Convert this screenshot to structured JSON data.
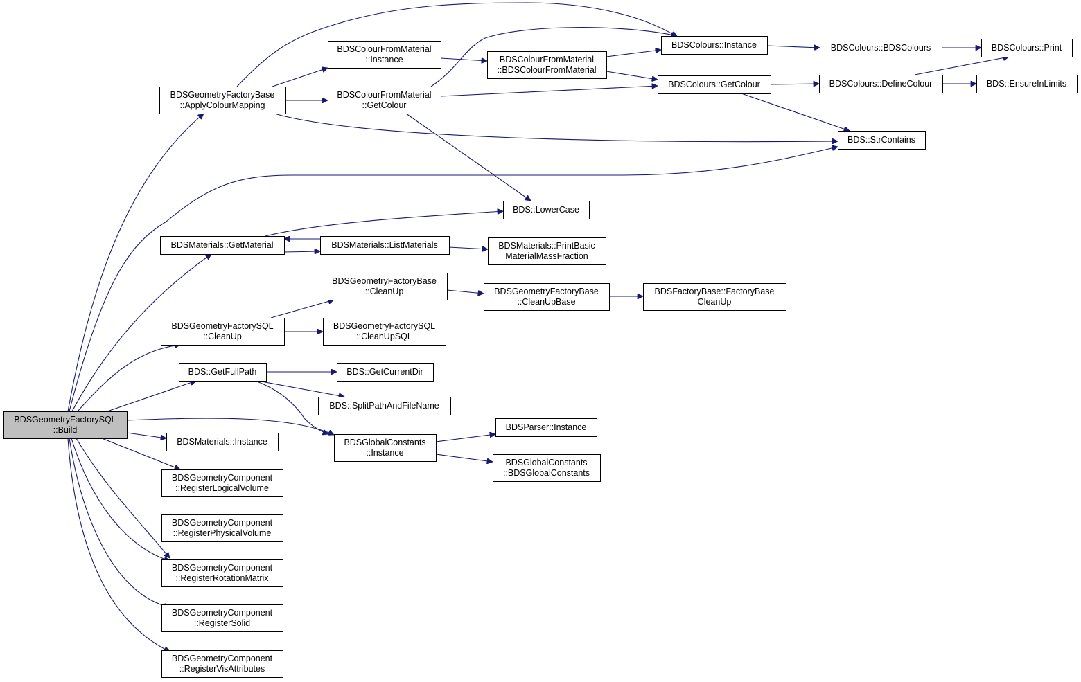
{
  "diagram": {
    "nodes": [
      {
        "id": "root",
        "lines": [
          "BDSGeometryFactorySQL",
          "::Build"
        ],
        "root": true
      },
      {
        "id": "applyColourMapping",
        "lines": [
          "BDSGeometryFactoryBase",
          "::ApplyColourMapping"
        ]
      },
      {
        "id": "colourFromMaterialInstance",
        "lines": [
          "BDSColourFromMaterial",
          "::Instance"
        ]
      },
      {
        "id": "colourFromMaterialGetColour",
        "lines": [
          "BDSColourFromMaterial",
          "::GetColour"
        ]
      },
      {
        "id": "colourFromMaterialCtor",
        "lines": [
          "BDSColourFromMaterial",
          "::BDSColourFromMaterial"
        ]
      },
      {
        "id": "coloursInstance",
        "lines": [
          "BDSColours::Instance"
        ]
      },
      {
        "id": "coloursGetColour",
        "lines": [
          "BDSColours::GetColour"
        ]
      },
      {
        "id": "coloursCtor",
        "lines": [
          "BDSColours::BDSColours"
        ]
      },
      {
        "id": "coloursDefineColour",
        "lines": [
          "BDSColours::DefineColour"
        ]
      },
      {
        "id": "coloursPrint",
        "lines": [
          "BDSColours::Print"
        ]
      },
      {
        "id": "ensureInLimits",
        "lines": [
          "BDS::EnsureInLimits"
        ]
      },
      {
        "id": "strContains",
        "lines": [
          "BDS::StrContains"
        ]
      },
      {
        "id": "lowerCase",
        "lines": [
          "BDS::LowerCase"
        ]
      },
      {
        "id": "materialsGetMaterial",
        "lines": [
          "BDSMaterials::GetMaterial"
        ]
      },
      {
        "id": "materialsListMaterials",
        "lines": [
          "BDSMaterials::ListMaterials"
        ]
      },
      {
        "id": "printBasicMaterialMassFraction",
        "lines": [
          "BDSMaterials::PrintBasic",
          "MaterialMassFraction"
        ]
      },
      {
        "id": "factoryBaseCleanUp",
        "lines": [
          "BDSGeometryFactoryBase",
          "::CleanUp"
        ]
      },
      {
        "id": "factoryBaseCleanUpBase",
        "lines": [
          "BDSGeometryFactoryBase",
          "::CleanUpBase"
        ]
      },
      {
        "id": "factoryBaseFactoryBaseCleanUp",
        "lines": [
          "BDSFactoryBase::FactoryBase",
          "CleanUp"
        ]
      },
      {
        "id": "factorySQLCleanUp",
        "lines": [
          "BDSGeometryFactorySQL",
          "::CleanUp"
        ]
      },
      {
        "id": "factorySQLCleanUpSQL",
        "lines": [
          "BDSGeometryFactorySQL",
          "::CleanUpSQL"
        ]
      },
      {
        "id": "getFullPath",
        "lines": [
          "BDS::GetFullPath"
        ]
      },
      {
        "id": "getCurrentDir",
        "lines": [
          "BDS::GetCurrentDir"
        ]
      },
      {
        "id": "splitPathAndFileName",
        "lines": [
          "BDS::SplitPathAndFileName"
        ]
      },
      {
        "id": "globalConstantsInstance",
        "lines": [
          "BDSGlobalConstants",
          "::Instance"
        ]
      },
      {
        "id": "parserInstance",
        "lines": [
          "BDSParser::Instance"
        ]
      },
      {
        "id": "globalConstantsCtor",
        "lines": [
          "BDSGlobalConstants",
          "::BDSGlobalConstants"
        ]
      },
      {
        "id": "materialsInstance",
        "lines": [
          "BDSMaterials::Instance"
        ]
      },
      {
        "id": "registerLogicalVolume",
        "lines": [
          "BDSGeometryComponent",
          "::RegisterLogicalVolume"
        ]
      },
      {
        "id": "registerPhysicalVolume",
        "lines": [
          "BDSGeometryComponent",
          "::RegisterPhysicalVolume"
        ]
      },
      {
        "id": "registerRotationMatrix",
        "lines": [
          "BDSGeometryComponent",
          "::RegisterRotationMatrix"
        ]
      },
      {
        "id": "registerSolid",
        "lines": [
          "BDSGeometryComponent",
          "::RegisterSolid"
        ]
      },
      {
        "id": "registerVisAttributes",
        "lines": [
          "BDSGeometryComponent",
          "::RegisterVisAttributes"
        ]
      }
    ],
    "edges": [
      {
        "from": "root",
        "to": "applyColourMapping"
      },
      {
        "from": "root",
        "to": "strContains"
      },
      {
        "from": "root",
        "to": "materialsGetMaterial"
      },
      {
        "from": "root",
        "to": "factorySQLCleanUp"
      },
      {
        "from": "root",
        "to": "getFullPath"
      },
      {
        "from": "root",
        "to": "globalConstantsInstance"
      },
      {
        "from": "root",
        "to": "materialsInstance"
      },
      {
        "from": "root",
        "to": "registerLogicalVolume"
      },
      {
        "from": "root",
        "to": "registerPhysicalVolume"
      },
      {
        "from": "root",
        "to": "registerRotationMatrix"
      },
      {
        "from": "root",
        "to": "registerSolid"
      },
      {
        "from": "root",
        "to": "registerVisAttributes"
      },
      {
        "from": "applyColourMapping",
        "to": "coloursInstance"
      },
      {
        "from": "applyColourMapping",
        "to": "colourFromMaterialInstance"
      },
      {
        "from": "applyColourMapping",
        "to": "colourFromMaterialGetColour"
      },
      {
        "from": "applyColourMapping",
        "to": "strContains"
      },
      {
        "from": "colourFromMaterialInstance",
        "to": "colourFromMaterialCtor"
      },
      {
        "from": "colourFromMaterialCtor",
        "to": "coloursInstance"
      },
      {
        "from": "colourFromMaterialCtor",
        "to": "coloursGetColour"
      },
      {
        "from": "colourFromMaterialGetColour",
        "to": "coloursInstance"
      },
      {
        "from": "colourFromMaterialGetColour",
        "to": "coloursGetColour"
      },
      {
        "from": "colourFromMaterialGetColour",
        "to": "lowerCase"
      },
      {
        "from": "coloursInstance",
        "to": "coloursCtor"
      },
      {
        "from": "coloursCtor",
        "to": "coloursPrint"
      },
      {
        "from": "coloursGetColour",
        "to": "coloursDefineColour"
      },
      {
        "from": "coloursGetColour",
        "to": "strContains"
      },
      {
        "from": "coloursDefineColour",
        "to": "coloursPrint"
      },
      {
        "from": "coloursDefineColour",
        "to": "ensureInLimits"
      },
      {
        "from": "materialsGetMaterial",
        "to": "lowerCase"
      },
      {
        "from": "materialsGetMaterial",
        "to": "materialsListMaterials"
      },
      {
        "from": "materialsListMaterials",
        "to": "materialsGetMaterial"
      },
      {
        "from": "materialsListMaterials",
        "to": "printBasicMaterialMassFraction"
      },
      {
        "from": "factorySQLCleanUp",
        "to": "factoryBaseCleanUp"
      },
      {
        "from": "factorySQLCleanUp",
        "to": "factorySQLCleanUpSQL"
      },
      {
        "from": "factoryBaseCleanUp",
        "to": "factoryBaseCleanUpBase"
      },
      {
        "from": "factoryBaseCleanUpBase",
        "to": "factoryBaseFactoryBaseCleanUp"
      },
      {
        "from": "getFullPath",
        "to": "getCurrentDir"
      },
      {
        "from": "getFullPath",
        "to": "splitPathAndFileName"
      },
      {
        "from": "getFullPath",
        "to": "globalConstantsInstance"
      },
      {
        "from": "globalConstantsInstance",
        "to": "parserInstance"
      },
      {
        "from": "globalConstantsInstance",
        "to": "globalConstantsCtor"
      }
    ]
  }
}
